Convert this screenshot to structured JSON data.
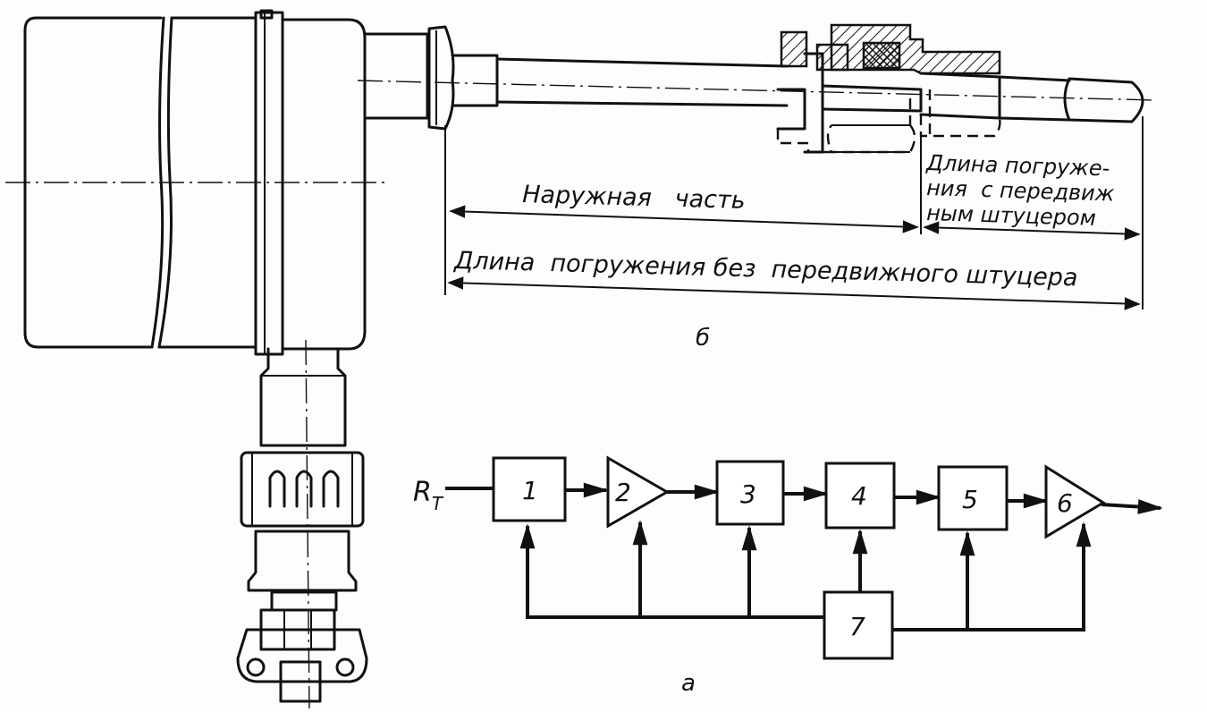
{
  "figure_b": {
    "label": "б",
    "dim_outer_part": "Наружная   часть",
    "dim_immersion_fitting": [
      "Длина погруже-",
      "ния  с передвиж",
      "ным штуцером"
    ],
    "dim_immersion_no_fitting": "Длина  погружения без  передвижного штуцера"
  },
  "figure_a": {
    "label": "а",
    "input_label": "R",
    "input_subscript": "T",
    "blocks": [
      {
        "id": "1",
        "kind": "box"
      },
      {
        "id": "2",
        "kind": "amplifier"
      },
      {
        "id": "3",
        "kind": "box"
      },
      {
        "id": "4",
        "kind": "box"
      },
      {
        "id": "5",
        "kind": "box"
      },
      {
        "id": "6",
        "kind": "amplifier"
      },
      {
        "id": "7",
        "kind": "box"
      }
    ]
  }
}
